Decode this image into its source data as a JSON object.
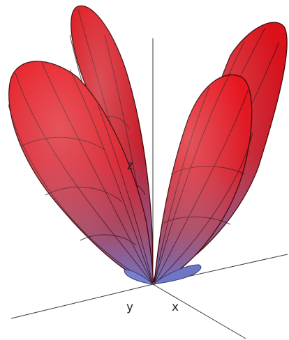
{
  "axes": {
    "x_label": "x",
    "y_label": "y",
    "z_label": "z"
  },
  "colors": {
    "lobe_top": "#e8141c",
    "lobe_mid": "#c0323e",
    "lobe_bottom": "#6f76c4",
    "mesh_line": "#3a1010",
    "axis_line": "#3a3a3a",
    "background": "#ffffff"
  },
  "lobe_count": 4
}
